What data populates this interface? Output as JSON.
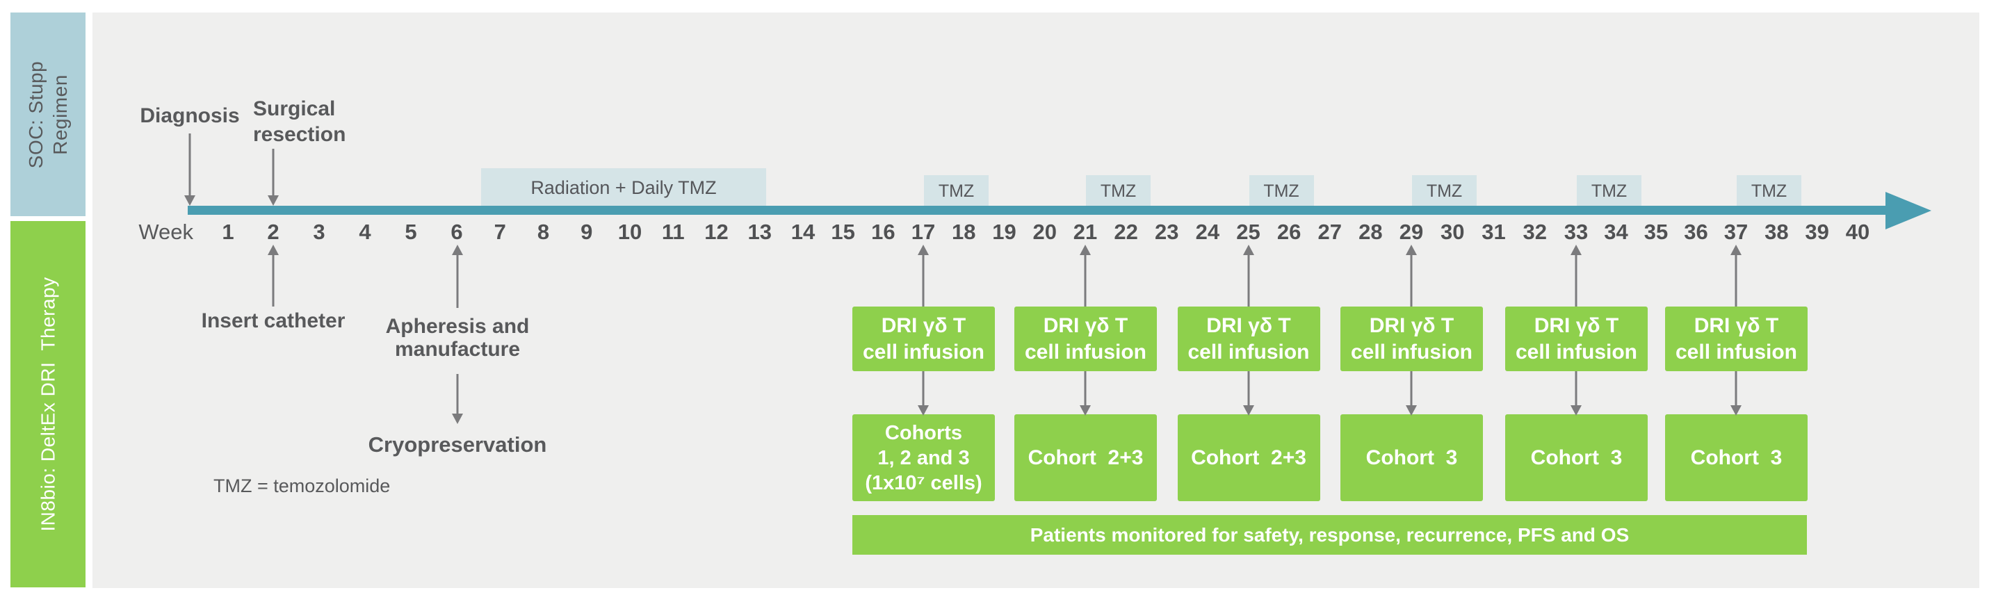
{
  "sidebar": {
    "soc_label": "SOC: Stupp\nRegimen",
    "dri_label": "IN8bio: DeltEx DRI  Therapy"
  },
  "timeline": {
    "axis_label": "Week",
    "week_numbers": [
      1,
      2,
      3,
      4,
      5,
      6,
      7,
      8,
      9,
      10,
      11,
      12,
      13,
      14,
      15,
      16,
      17,
      18,
      19,
      20,
      21,
      22,
      23,
      24,
      25,
      26,
      27,
      28,
      29,
      30,
      31,
      32,
      33,
      34,
      35,
      36,
      37,
      38,
      39,
      40
    ],
    "radiation_label": "Radiation + Daily TMZ",
    "tmz_box_label": "TMZ",
    "tmz_box_weeks": [
      17,
      21,
      25,
      29,
      33,
      37
    ]
  },
  "soc_events": {
    "diagnosis_label": "Diagnosis",
    "surgical_label": "Surgical\nresection"
  },
  "dri_events": {
    "insert_catheter_label": "Insert catheter",
    "insert_catheter_week": 2,
    "apheresis_label": "Apheresis and\nmanufacture",
    "apheresis_week": 6,
    "cryopreservation_label": "Cryopreservation"
  },
  "infusions": {
    "weeks": [
      17,
      21,
      25,
      29,
      33,
      37
    ],
    "infusion_box_label": "DRI γδ T\ncell infusion",
    "cohort_labels": [
      "Cohorts\n1, 2 and 3\n(1x10⁷ cells)",
      "Cohort  2+3",
      "Cohort  2+3",
      "Cohort  3",
      "Cohort  3",
      "Cohort  3"
    ]
  },
  "monitor_bar_label": "Patients monitored for safety, response, recurrence, PFS and OS",
  "footnote": "TMZ = temozolomide",
  "colors": {
    "teal": "#4a9db1",
    "pale_blue": "#d5e4e7",
    "sidebar_blue": "#aed0d9",
    "green": "#8ed04c",
    "text": "#58595b",
    "arrow": "#7b7b7d",
    "content_bg": "#efefee"
  }
}
